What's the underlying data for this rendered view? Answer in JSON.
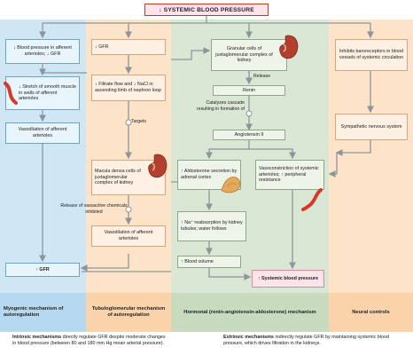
{
  "title": "↓ SYSTEMIC BLOOD PRESSURE",
  "myogenic": {
    "box1": "↓ Blood pressure in afferent arterioles; ↓ GFR",
    "box2": "↓ Stretch of smooth muscle in walls of afferent arterioles",
    "box3": "Vasodilation of afferent arterioles",
    "box4": "↑ GFR",
    "label": "Myogenic mechanism of autoregulation"
  },
  "tubulo": {
    "box1": "↓ GFR",
    "box2": "↓ Filtrate flow and ↓ NaCl in ascending limb of nephron loop",
    "targets": "Targets",
    "box3": "Macula densa cells of juxtaglomerular complex of kidney",
    "release_note": "Release of vasoactive chemicals inhibited",
    "box4": "Vasodilation of afferent arterioles",
    "label": "Tubuloglomerular mechanism of autoregulation"
  },
  "hormonal": {
    "granular": "Granular cells of juxtaglomerular complex of kidney",
    "release": "Release",
    "renin": "Renin",
    "catalyzes": "Catalyzes cascade resulting in formation of",
    "angiotensin": "Angiotensin II",
    "aldosterone": "↑ Aldosterone secretion by adrenal cortex",
    "vasoconstriction": "Vasoconstriction of systemic arterioles; ↑ peripheral resistance",
    "na_reabsorption": "↑ Na⁺ reabsorption by kidney tubules; water follows",
    "blood_volume": "↑ Blood volume",
    "systemic_bp": "↑ Systemic blood pressure",
    "label": "Hormonal (renin-angiotensin-aldosterone) mechanism"
  },
  "neural": {
    "baroreceptors": "Inhibits baroreceptors in blood vessels of systemic circulation",
    "sympathetic": "Sympathetic nervous system",
    "label": "Neural controls"
  },
  "footer": {
    "intrinsic_bold": "Intrinsic mechanisms",
    "intrinsic_text": " directly regulate GFR despite moderate changes in blood pressure (between 80 and 180 mm Hg mean arterial pressure).",
    "extrinsic_bold": "Extrinsic mechanisms",
    "extrinsic_text": " indirectly regulate GFR by maintaining systemic blood pressure, which drives filtration in the kidneys."
  },
  "colors": {
    "myogenic_bg": "#cfe7f5",
    "tubulo_bg": "#fde3c8",
    "hormonal_bg": "#dbe7d5",
    "neural_bg": "#fde3c8",
    "arrow": "#8c959a",
    "title_border": "#c0392b"
  },
  "icons": [
    "kidney-icon",
    "adrenal-gland-icon",
    "arteriole-icon"
  ]
}
